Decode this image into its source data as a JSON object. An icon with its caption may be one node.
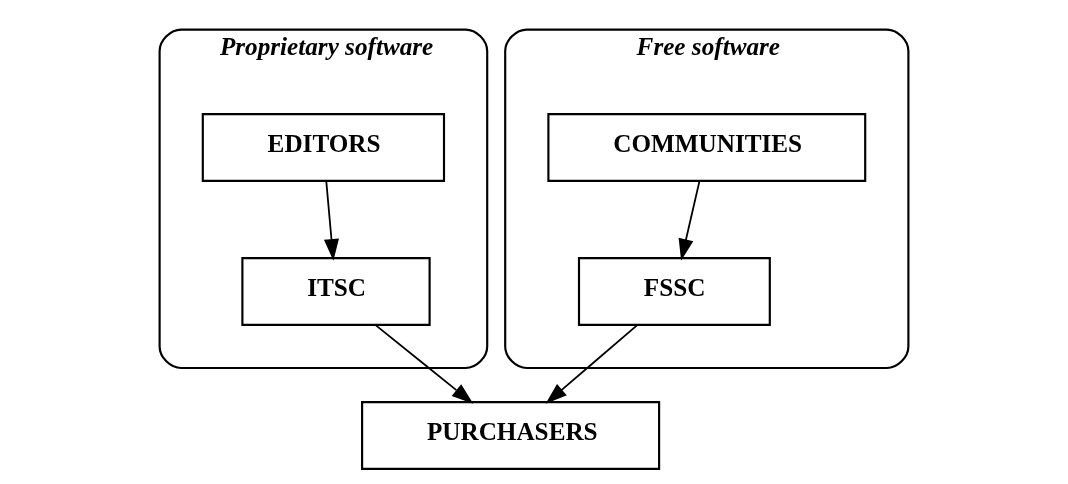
{
  "diagram": {
    "nodes": [
      {
        "text": [
          "Proprietary software"
        ]
      },
      {
        "text": [
          "EDITORS"
        ],
        "in": 0
      },
      {
        "text": [
          "ITSC"
        ],
        "in": 0
      },
      {
        "text": [
          "Free software"
        ]
      },
      {
        "text": [
          "COMMUNITIES"
        ],
        "in": 3
      },
      {
        "text": [
          "FSSC"
        ],
        "in": 3
      },
      {
        "text": [
          "PURCHASERS"
        ]
      }
    ],
    "edges": [
      {
        "from": 1,
        "to": 2,
        "arrow": "to"
      },
      {
        "from": 4,
        "to": 5,
        "arrow": "to"
      },
      {
        "from": 2,
        "to": 6,
        "arrow": "to"
      },
      {
        "from": 5,
        "to": 6,
        "arrow": "to"
      }
    ]
  }
}
